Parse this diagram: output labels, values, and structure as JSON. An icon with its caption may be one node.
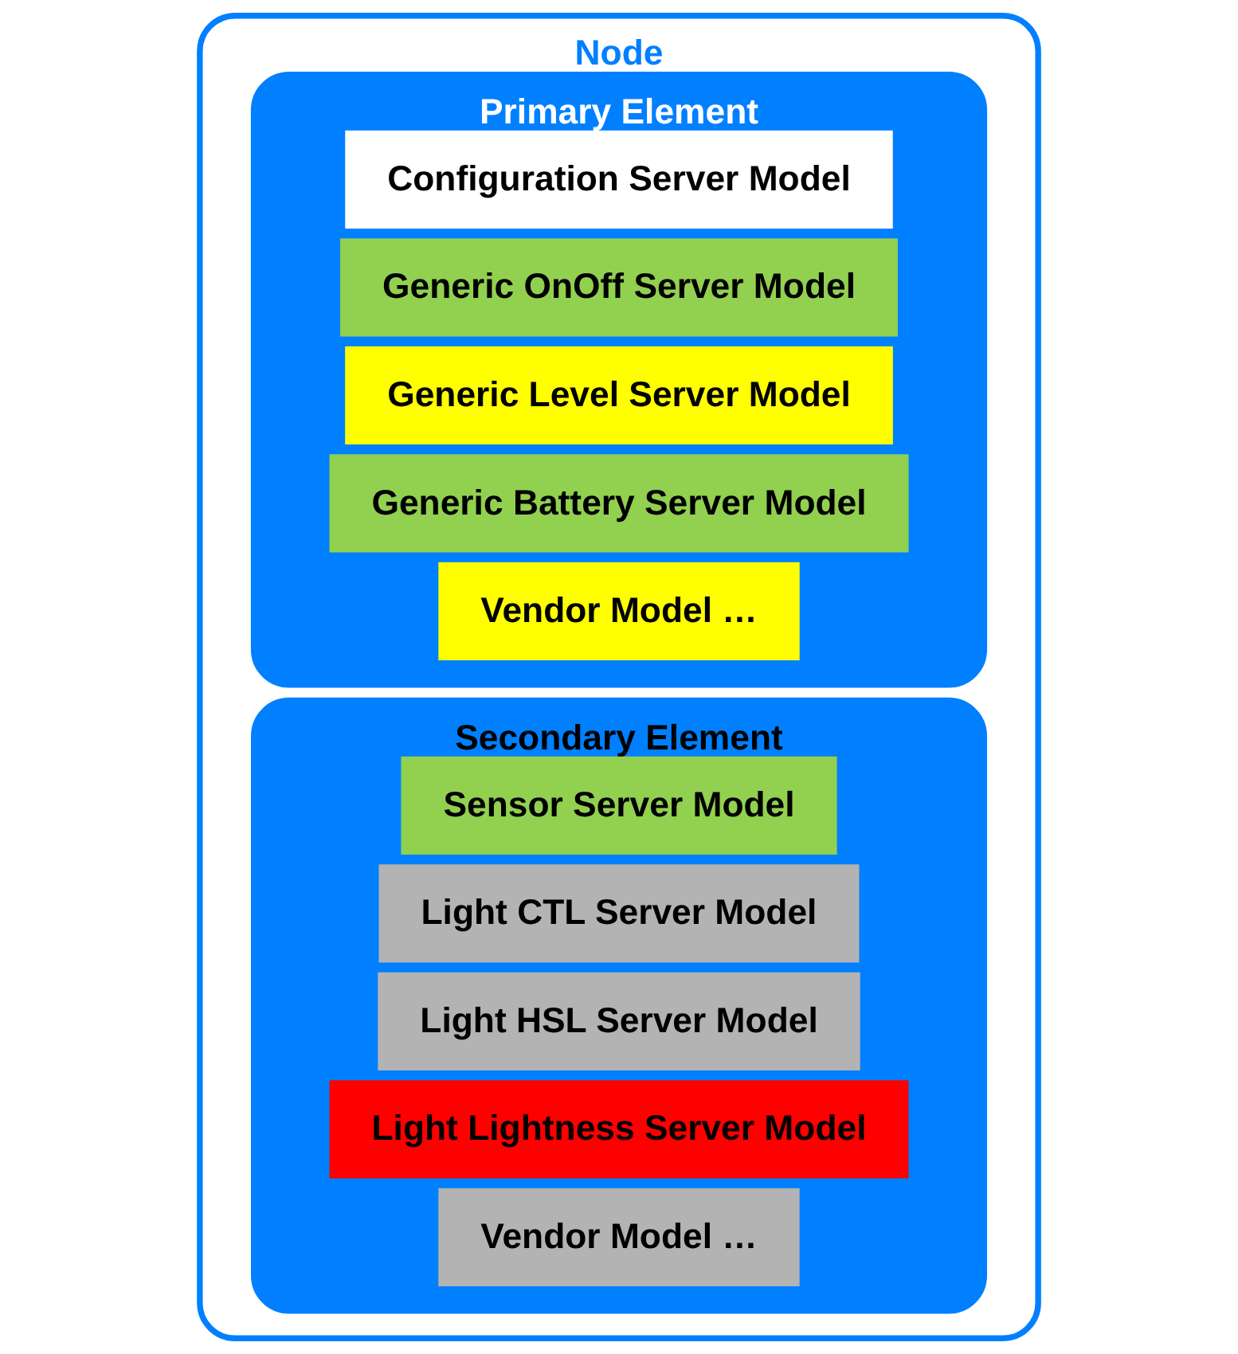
{
  "diagram": {
    "nodes": [
      {
        "text": [
          "Node"
        ]
      },
      {
        "text": [
          "Primary Element"
        ],
        "in": 0
      },
      {
        "text": [
          "Configuration Server Model"
        ],
        "in": 1
      },
      {
        "text": [
          "Generic OnOff Server Model"
        ],
        "in": 1
      },
      {
        "text": [
          "Generic Level Server Model"
        ],
        "in": 1
      },
      {
        "text": [
          "Generic Battery Server Model"
        ],
        "in": 1
      },
      {
        "text": [
          "Vendor Model …"
        ],
        "in": 1
      },
      {
        "text": [
          "Secondary Element"
        ],
        "in": 0
      },
      {
        "text": [
          "Sensor Server Model"
        ],
        "in": 7
      },
      {
        "text": [
          "Light CTL Server Model"
        ],
        "in": 7
      },
      {
        "text": [
          "Light HSL Server Model"
        ],
        "in": 7
      },
      {
        "text": [
          "Light Lightness Server Model"
        ],
        "in": 7
      },
      {
        "text": [
          "Vendor Model …"
        ],
        "in": 7
      }
    ],
    "edges": []
  }
}
